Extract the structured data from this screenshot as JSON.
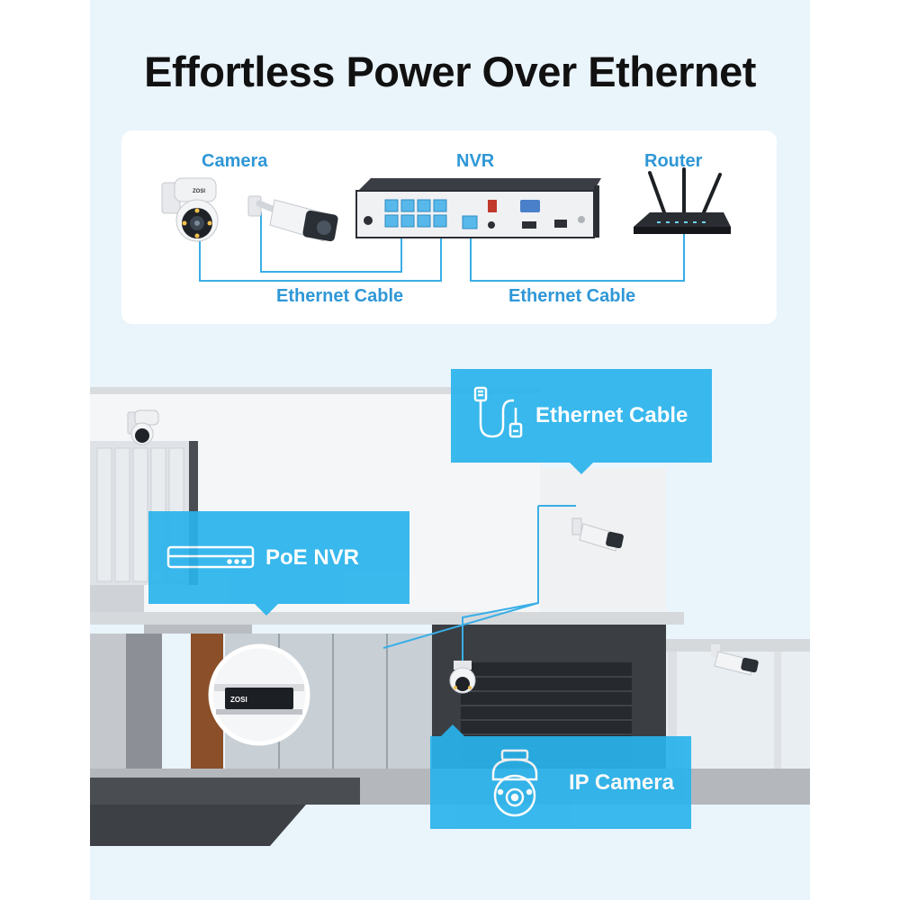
{
  "headline": "Effortless Power Over Ethernet",
  "diagram": {
    "device_labels": {
      "camera": "Camera",
      "nvr": "NVR",
      "router": "Router"
    },
    "cable_labels": {
      "left": "Ethernet Cable",
      "right": "Ethernet Cable"
    },
    "camera_brand": "ZOSI"
  },
  "callouts": {
    "ethernet": {
      "label": "Ethernet Cable",
      "icon": "ethernet-cable-icon"
    },
    "nvr": {
      "label": "PoE NVR",
      "icon": "nvr-device-icon"
    },
    "ip_camera": {
      "label": "IP Camera",
      "icon": "dome-camera-icon"
    }
  },
  "nvr_inset_brand": "ZOSI",
  "colors": {
    "accent": "#2f97d6",
    "callout": "#29b3ec",
    "cable_line": "#3aaee6",
    "background": "#eaf4fb",
    "headline": "#111111"
  }
}
